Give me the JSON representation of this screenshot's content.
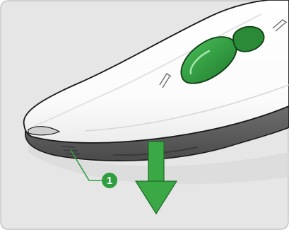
{
  "illustration": {
    "callouts": [
      {
        "number": "1"
      }
    ],
    "colors": {
      "background": "#e6e6e6",
      "panel_border": "#b9b9b9",
      "device_body": "#ffffff",
      "device_outline": "#1a1a1a",
      "bottom_shell": "#5c5c5c",
      "bottom_shell_dark": "#3f3f3f",
      "button_green": "#2f9e3f",
      "button_green_dark": "#0f5e1f",
      "arrow_green": "#39a845",
      "callout_green": "#2f9e3f",
      "callout_text": "#ffffff"
    },
    "icons": [
      "device-illustration",
      "down-arrow-icon",
      "callout-marker"
    ]
  }
}
